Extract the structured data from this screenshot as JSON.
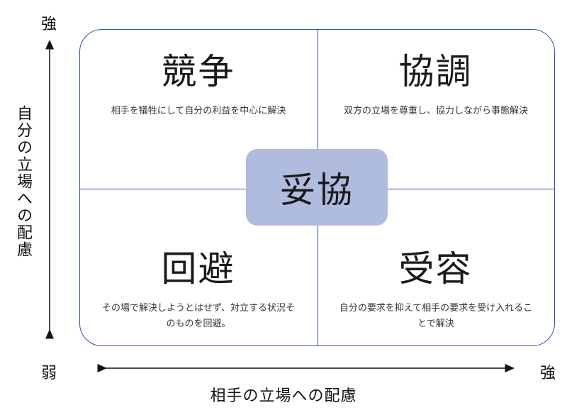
{
  "axes": {
    "y_label": "自分の立場への配慮",
    "x_label": "相手の立場への配慮",
    "y_top": "強",
    "y_bottom": "弱",
    "x_right": "強"
  },
  "quadrants": {
    "top_left": {
      "title": "競争",
      "description": "相手を犠牲にして自分の利益を中心に解決"
    },
    "top_right": {
      "title": "協調",
      "description": "双方の立場を尊重し、協力しながら事態解決"
    },
    "bottom_left": {
      "title": "回避",
      "description": "その場で解決しようとはせず、対立する状況そのものを回避。"
    },
    "bottom_right": {
      "title": "受容",
      "description": "自分の要求を抑えて相手の要求を受け入れることで解決"
    }
  },
  "center": {
    "title": "妥協",
    "fill_color": "#b0bcdd"
  },
  "colors": {
    "grid_line": "#2f55a4"
  }
}
